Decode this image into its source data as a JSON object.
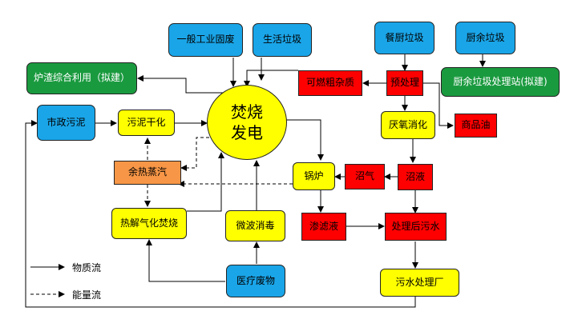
{
  "nodes": {
    "industrial_waste": "一般工业固废",
    "domestic_waste": "生活垃圾",
    "restaurant_waste": "餐厨垃圾",
    "kitchen_waste": "厨余垃圾",
    "slag_utilization": "炉渣综合利用（拟建）",
    "combustible_impurities": "可燃粗杂质",
    "pretreatment": "预处理",
    "kitchen_station": "厨余垃圾处理站(拟建)",
    "municipal_sludge": "市政污泥",
    "sludge_drying": "污泥干化",
    "incineration_line1": "焚烧",
    "incineration_line2": "发电",
    "anaerobic_digestion": "厌氧消化",
    "commercial_oil": "商品油",
    "waste_heat_steam": "余热蒸汽",
    "boiler": "锅炉",
    "biogas": "沼气",
    "digestate": "沼液",
    "pyrolysis": "热解气化焚烧",
    "microwave": "微波消毒",
    "leachate": "渗滤液",
    "treated_sewage": "处理后污水",
    "medical_waste": "医疗废物",
    "sewage_plant": "污水处理厂"
  },
  "legend": {
    "material_flow": "物质流",
    "energy_flow": "能量流"
  },
  "colors": {
    "blue": "#1aa5e8",
    "green": "#1a9a3f",
    "yellow": "#ffff00",
    "red": "#ff0000",
    "orange": "#f79646"
  }
}
